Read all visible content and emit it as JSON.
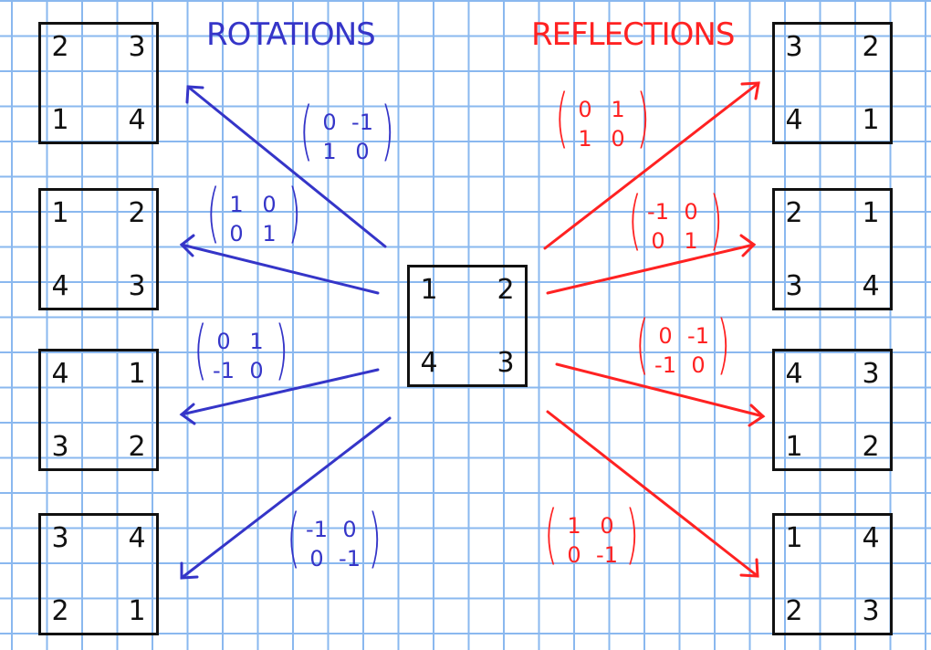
{
  "headings": {
    "rotations": "ROTATIONS",
    "reflections": "REFLECTIONS"
  },
  "colors": {
    "rotations": "#3535c8",
    "reflections": "#ff2222",
    "grid": "#8ab8ef",
    "ink": "#111111"
  },
  "center_square": {
    "tl": "1",
    "tr": "2",
    "bl": "4",
    "br": "3"
  },
  "rotation_squares": [
    {
      "tl": "2",
      "tr": "3",
      "bl": "1",
      "br": "4"
    },
    {
      "tl": "1",
      "tr": "2",
      "bl": "4",
      "br": "3"
    },
    {
      "tl": "4",
      "tr": "1",
      "bl": "3",
      "br": "2"
    },
    {
      "tl": "3",
      "tr": "4",
      "bl": "2",
      "br": "1"
    }
  ],
  "reflection_squares": [
    {
      "tl": "3",
      "tr": "2",
      "bl": "4",
      "br": "1"
    },
    {
      "tl": "2",
      "tr": "1",
      "bl": "3",
      "br": "4"
    },
    {
      "tl": "4",
      "tr": "3",
      "bl": "1",
      "br": "2"
    },
    {
      "tl": "1",
      "tr": "4",
      "bl": "2",
      "br": "3"
    }
  ],
  "rotation_matrices": [
    {
      "a": "0",
      "b": "-1",
      "c": "1",
      "d": "0"
    },
    {
      "a": "1",
      "b": "0",
      "c": "0",
      "d": "1"
    },
    {
      "a": "0",
      "b": "1",
      "c": "-1",
      "d": "0"
    },
    {
      "a": "-1",
      "b": "0",
      "c": "0",
      "d": "-1"
    }
  ],
  "reflection_matrices": [
    {
      "a": "0",
      "b": "1",
      "c": "1",
      "d": "0"
    },
    {
      "a": "-1",
      "b": "0",
      "c": "0",
      "d": "1"
    },
    {
      "a": "0",
      "b": "-1",
      "c": "-1",
      "d": "0"
    },
    {
      "a": "1",
      "b": "0",
      "c": "0",
      "d": "-1"
    }
  ]
}
